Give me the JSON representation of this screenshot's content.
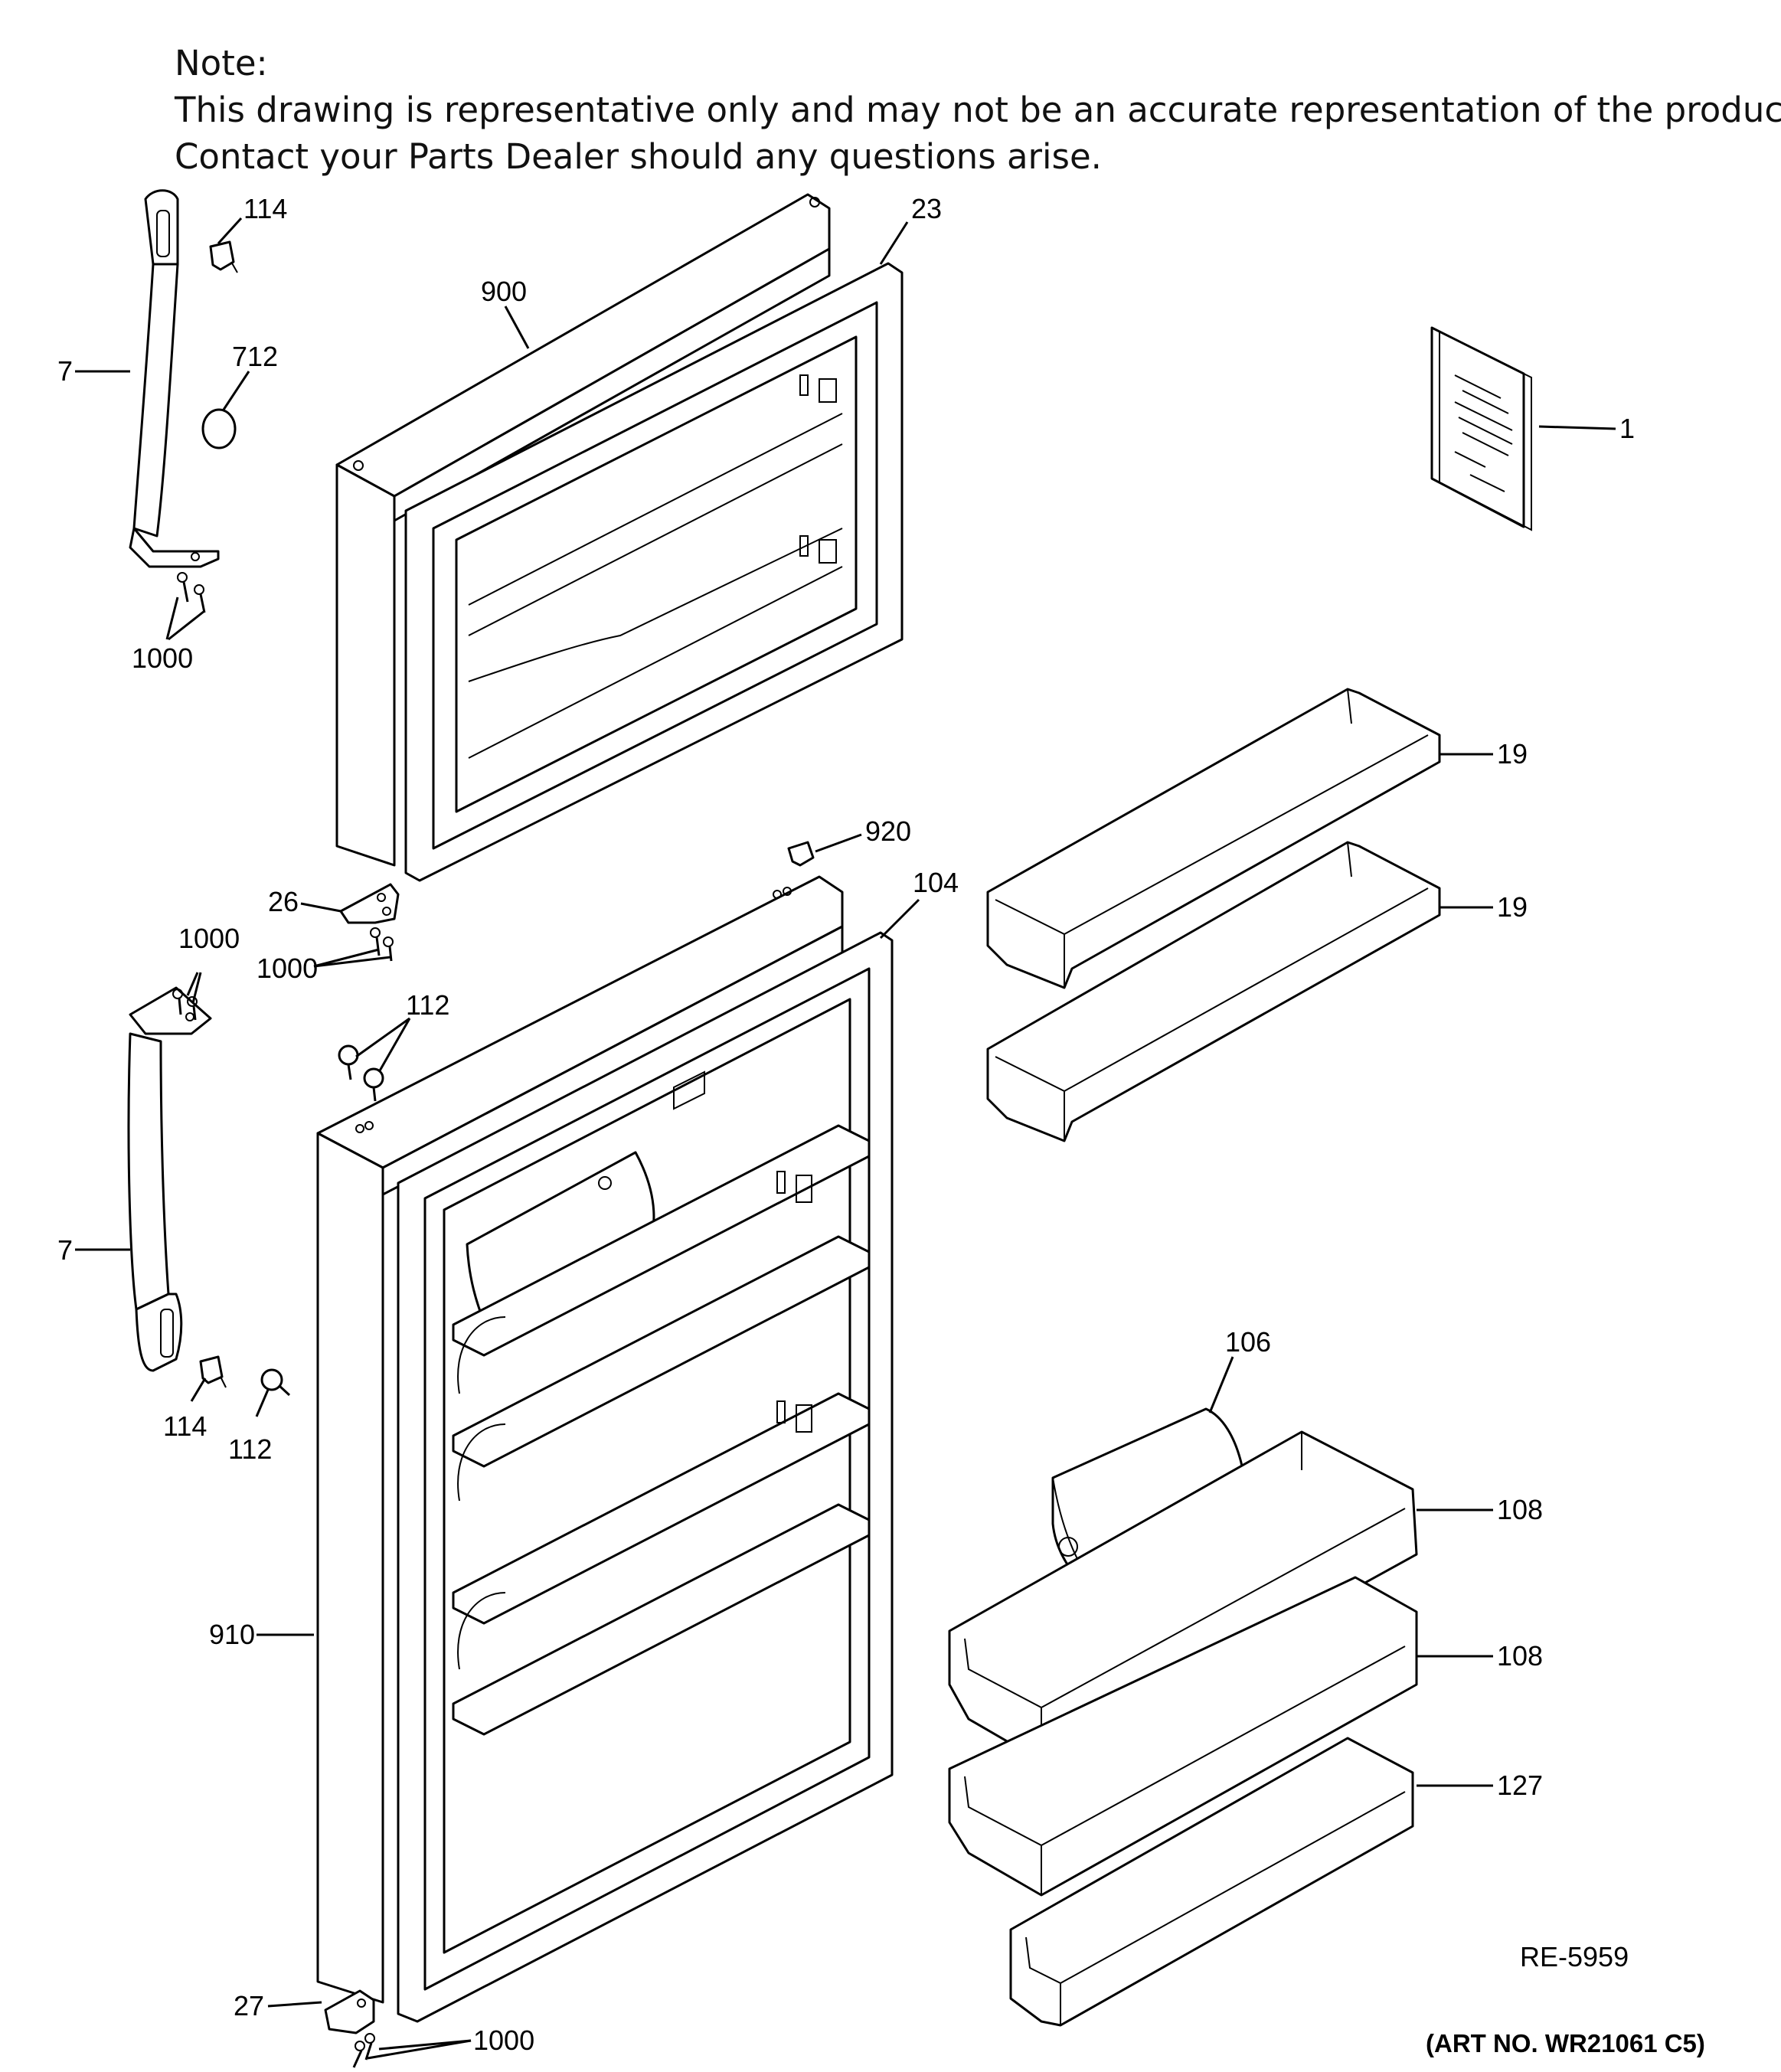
{
  "note": {
    "heading": "Note:",
    "line1": "This drawing is representative only and may not be an accurate representation of the product.",
    "line2": "Contact your Parts Dealer should any questions arise."
  },
  "callouts": {
    "c114_top": "114",
    "c23": "23",
    "c900": "900",
    "c712": "712",
    "c7_top": "7",
    "c1": "1",
    "c1000_top": "1000",
    "c19_a": "19",
    "c19_b": "19",
    "c920": "920",
    "c26": "26",
    "c104": "104",
    "c1000_mid_a": "1000",
    "c1000_mid_b": "1000",
    "c112_top": "112",
    "c7_bottom": "7",
    "c114_bottom": "114",
    "c112_bottom": "112",
    "c106": "106",
    "c108_a": "108",
    "c108_b": "108",
    "c910": "910",
    "c127": "127",
    "c27": "27",
    "c1000_bottom": "1000"
  },
  "reference": "RE-5959",
  "art_number": "(ART NO. WR21061 C5)"
}
